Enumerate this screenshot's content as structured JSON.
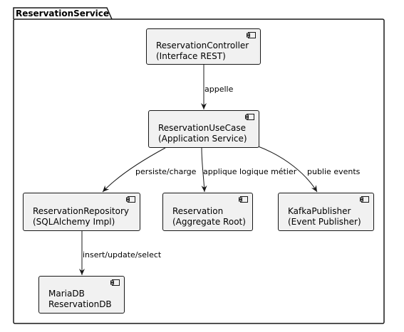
{
  "package": {
    "title": "ReservationService"
  },
  "components": {
    "controller": {
      "line1": "ReservationController",
      "line2": "(Interface REST)",
      "icon": "component-icon"
    },
    "usecase": {
      "line1": "ReservationUseCase",
      "line2": "(Application Service)",
      "icon": "component-icon"
    },
    "repository": {
      "line1": "ReservationRepository",
      "line2": "(SQLAlchemy Impl)",
      "icon": "component-icon"
    },
    "reservation": {
      "line1": "Reservation",
      "line2": "(Aggregate Root)",
      "icon": "component-icon"
    },
    "kafka": {
      "line1": "KafkaPublisher",
      "line2": "(Event Publisher)",
      "icon": "component-icon"
    },
    "mariadb": {
      "line1": "MariaDB",
      "line2": "ReservationDB",
      "icon": "component-icon"
    }
  },
  "edges": {
    "appelle": "appelle",
    "persiste": "persiste/charge",
    "applique": "applique logique métier",
    "publie": "publie events",
    "insert": "insert/update/select"
  }
}
